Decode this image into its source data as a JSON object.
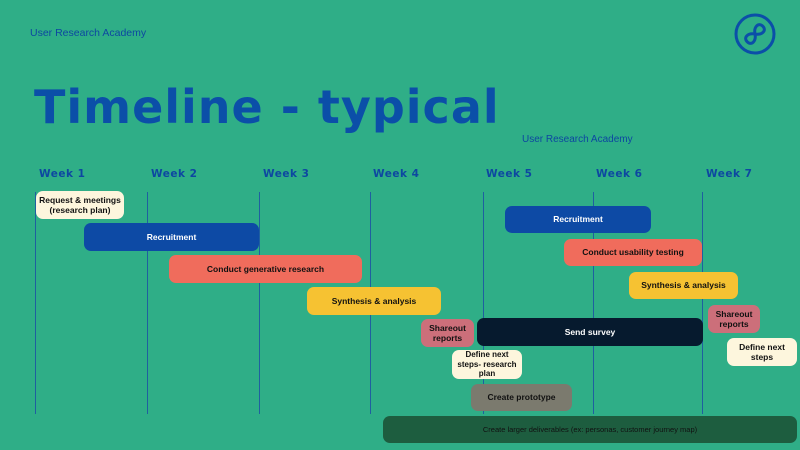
{
  "brand": "User Research Academy",
  "title": "Timeline - typical",
  "subtitle": "User Research Academy",
  "logo_icon": "infinity-loop-icon",
  "colors": {
    "background": "#2fae87",
    "title_blue": "#0b4fa8",
    "cream": "#fdf6dd",
    "blue": "#0d4aa5",
    "coral": "#f06c5c",
    "yellow": "#f6c232",
    "pink": "#cc6f7a",
    "navy": "#061a2e",
    "gray": "#7b7a6e",
    "dark_green": "#1d5d3f"
  },
  "weeks": [
    "Week 1",
    "Week 2",
    "Week 3",
    "Week 4",
    "Week 5",
    "Week 6",
    "Week 7"
  ],
  "tasks": [
    {
      "label": "Request & meetings (research plan)",
      "color": "cream"
    },
    {
      "label": "Recruitment",
      "color": "blue"
    },
    {
      "label": "Conduct generative research",
      "color": "coral"
    },
    {
      "label": "Synthesis & analysis",
      "color": "yellow"
    },
    {
      "label": "Shareout reports",
      "color": "pink"
    },
    {
      "label": "Send survey",
      "color": "navy"
    },
    {
      "label": "Define next steps- research plan",
      "color": "cream"
    },
    {
      "label": "Create prototype",
      "color": "gray"
    },
    {
      "label": "Recruitment",
      "color": "blue"
    },
    {
      "label": "Conduct usability testing",
      "color": "coral"
    },
    {
      "label": "Synthesis & analysis",
      "color": "yellow"
    },
    {
      "label": "Shareout reports",
      "color": "pink"
    },
    {
      "label": "Define next steps",
      "color": "cream"
    },
    {
      "label": "Create larger deliverables (ex: personas, customer journey map)",
      "color": "dark_green"
    }
  ]
}
